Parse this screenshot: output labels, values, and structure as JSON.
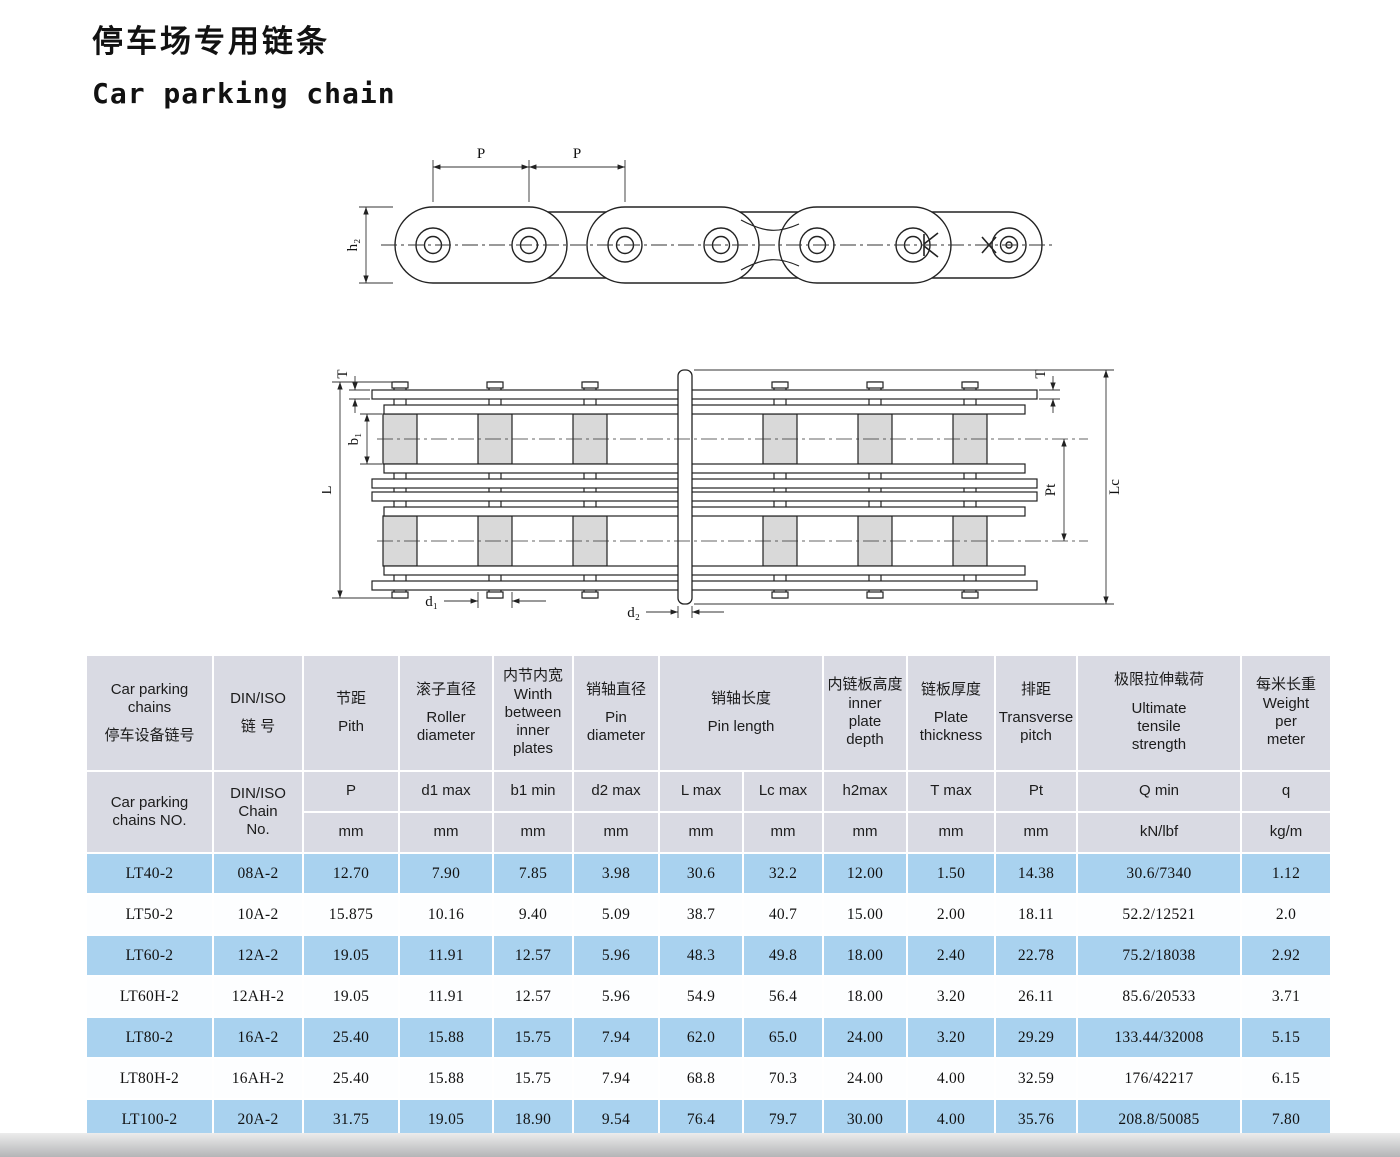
{
  "page": {
    "title_zh": "停车场专用链条",
    "title_en": "Car parking chain"
  },
  "drawing": {
    "p1": "P",
    "p2": "P",
    "h2": "h₂",
    "t_left": "T",
    "t_right": "T",
    "b1": "b₁",
    "L": "L",
    "pt": "Pt",
    "lc": "Lc",
    "d1": "d₁",
    "d2": "d₂"
  },
  "table": {
    "head": {
      "name": {
        "en": "Car parking\nchains",
        "zh": "停车设备链号",
        "sub": "Car parking\nchains NO."
      },
      "din": {
        "en": "DIN/ISO",
        "zh": "链 号",
        "sub": "DIN/ISO\nChain\nNo."
      },
      "cols": [
        {
          "zh": "节距",
          "en": "Pith",
          "sym": "P",
          "unit": "mm"
        },
        {
          "zh": "滚子直径",
          "en": "Roller\ndiameter",
          "sym": "d1 max",
          "unit": "mm"
        },
        {
          "zh": "内节内宽",
          "en": "Winth\nbetween\ninner\nplates",
          "sym": "b1 min",
          "unit": "mm"
        },
        {
          "zh": "销轴直径",
          "en": "Pin\ndiameter",
          "sym": "d2 max",
          "unit": "mm"
        },
        {
          "zh": "销轴长度",
          "en": "Pin length",
          "sym": "L max",
          "sym2": "Lc max",
          "unit": "mm",
          "unit2": "mm"
        },
        {
          "zh": "内链板高度",
          "en": "inner\nplate\ndepth",
          "sym": "h2max",
          "unit": "mm"
        },
        {
          "zh": "链板厚度",
          "en": "Plate\nthickness",
          "sym": "T max",
          "unit": "mm"
        },
        {
          "zh": "排距",
          "en": "Transverse\npitch",
          "sym": "Pt",
          "unit": "mm"
        },
        {
          "zh": "极限拉伸载荷",
          "en": "Ultimate\ntensile\nstrength",
          "sym": "Q min",
          "unit": "kN/lbf"
        },
        {
          "zh": "每米长重",
          "en": "Weight\nper\nmeter",
          "sym": "q",
          "unit": "kg/m"
        }
      ]
    },
    "rows": [
      [
        "LT40-2",
        "08A-2",
        "12.70",
        "7.90",
        "7.85",
        "3.98",
        "30.6",
        "32.2",
        "12.00",
        "1.50",
        "14.38",
        "30.6/7340",
        "1.12"
      ],
      [
        "LT50-2",
        "10A-2",
        "15.875",
        "10.16",
        "9.40",
        "5.09",
        "38.7",
        "40.7",
        "15.00",
        "2.00",
        "18.11",
        "52.2/12521",
        "2.0"
      ],
      [
        "LT60-2",
        "12A-2",
        "19.05",
        "11.91",
        "12.57",
        "5.96",
        "48.3",
        "49.8",
        "18.00",
        "2.40",
        "22.78",
        "75.2/18038",
        "2.92"
      ],
      [
        "LT60H-2",
        "12AH-2",
        "19.05",
        "11.91",
        "12.57",
        "5.96",
        "54.9",
        "56.4",
        "18.00",
        "3.20",
        "26.11",
        "85.6/20533",
        "3.71"
      ],
      [
        "LT80-2",
        "16A-2",
        "25.40",
        "15.88",
        "15.75",
        "7.94",
        "62.0",
        "65.0",
        "24.00",
        "3.20",
        "29.29",
        "133.44/32008",
        "5.15"
      ],
      [
        "LT80H-2",
        "16AH-2",
        "25.40",
        "15.88",
        "15.75",
        "7.94",
        "68.8",
        "70.3",
        "24.00",
        "4.00",
        "32.59",
        "176/42217",
        "6.15"
      ],
      [
        "LT100-2",
        "20A-2",
        "31.75",
        "19.05",
        "18.90",
        "9.54",
        "76.4",
        "79.7",
        "30.00",
        "4.00",
        "35.76",
        "208.8/50085",
        "7.80"
      ]
    ]
  }
}
